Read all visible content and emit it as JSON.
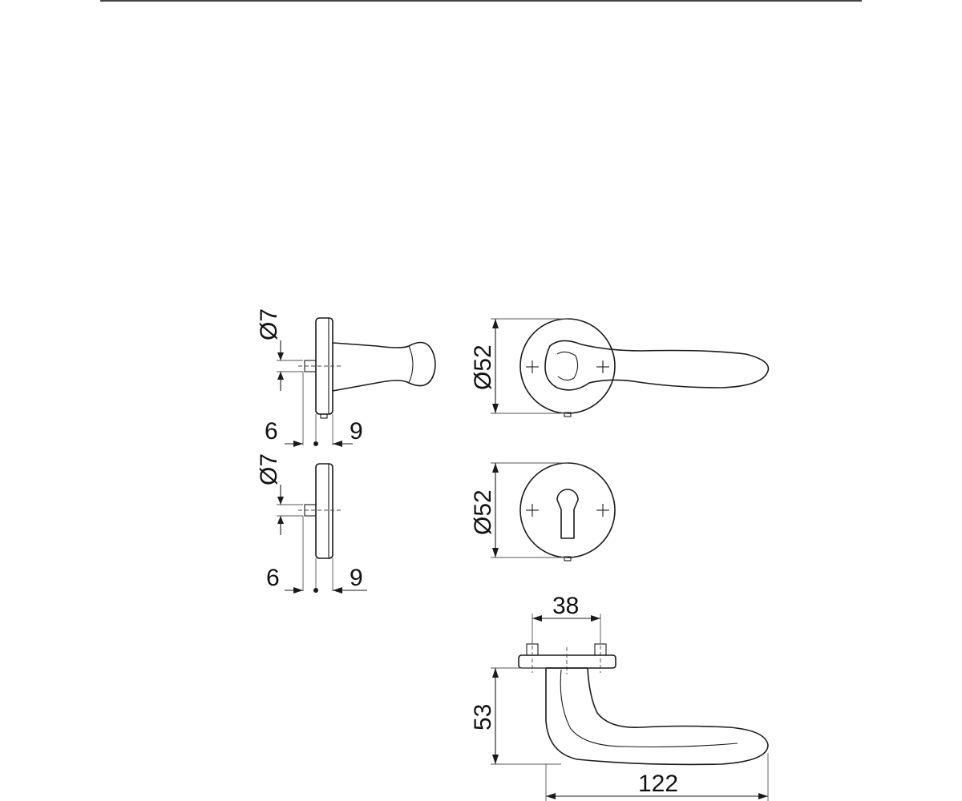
{
  "dimensions": {
    "side_view_top": {
      "pin_diameter": "Ø7",
      "offset_left": "6",
      "offset_right": "9"
    },
    "side_view_bottom": {
      "pin_diameter": "Ø7",
      "offset_left": "6",
      "offset_right": "9"
    },
    "front_lever_rose": {
      "rose_diameter": "Ø52"
    },
    "front_key_escutcheon": {
      "rose_diameter": "Ø52"
    },
    "top_view_lever": {
      "screw_spacing": "38",
      "lever_height": "53",
      "lever_length": "122"
    }
  }
}
